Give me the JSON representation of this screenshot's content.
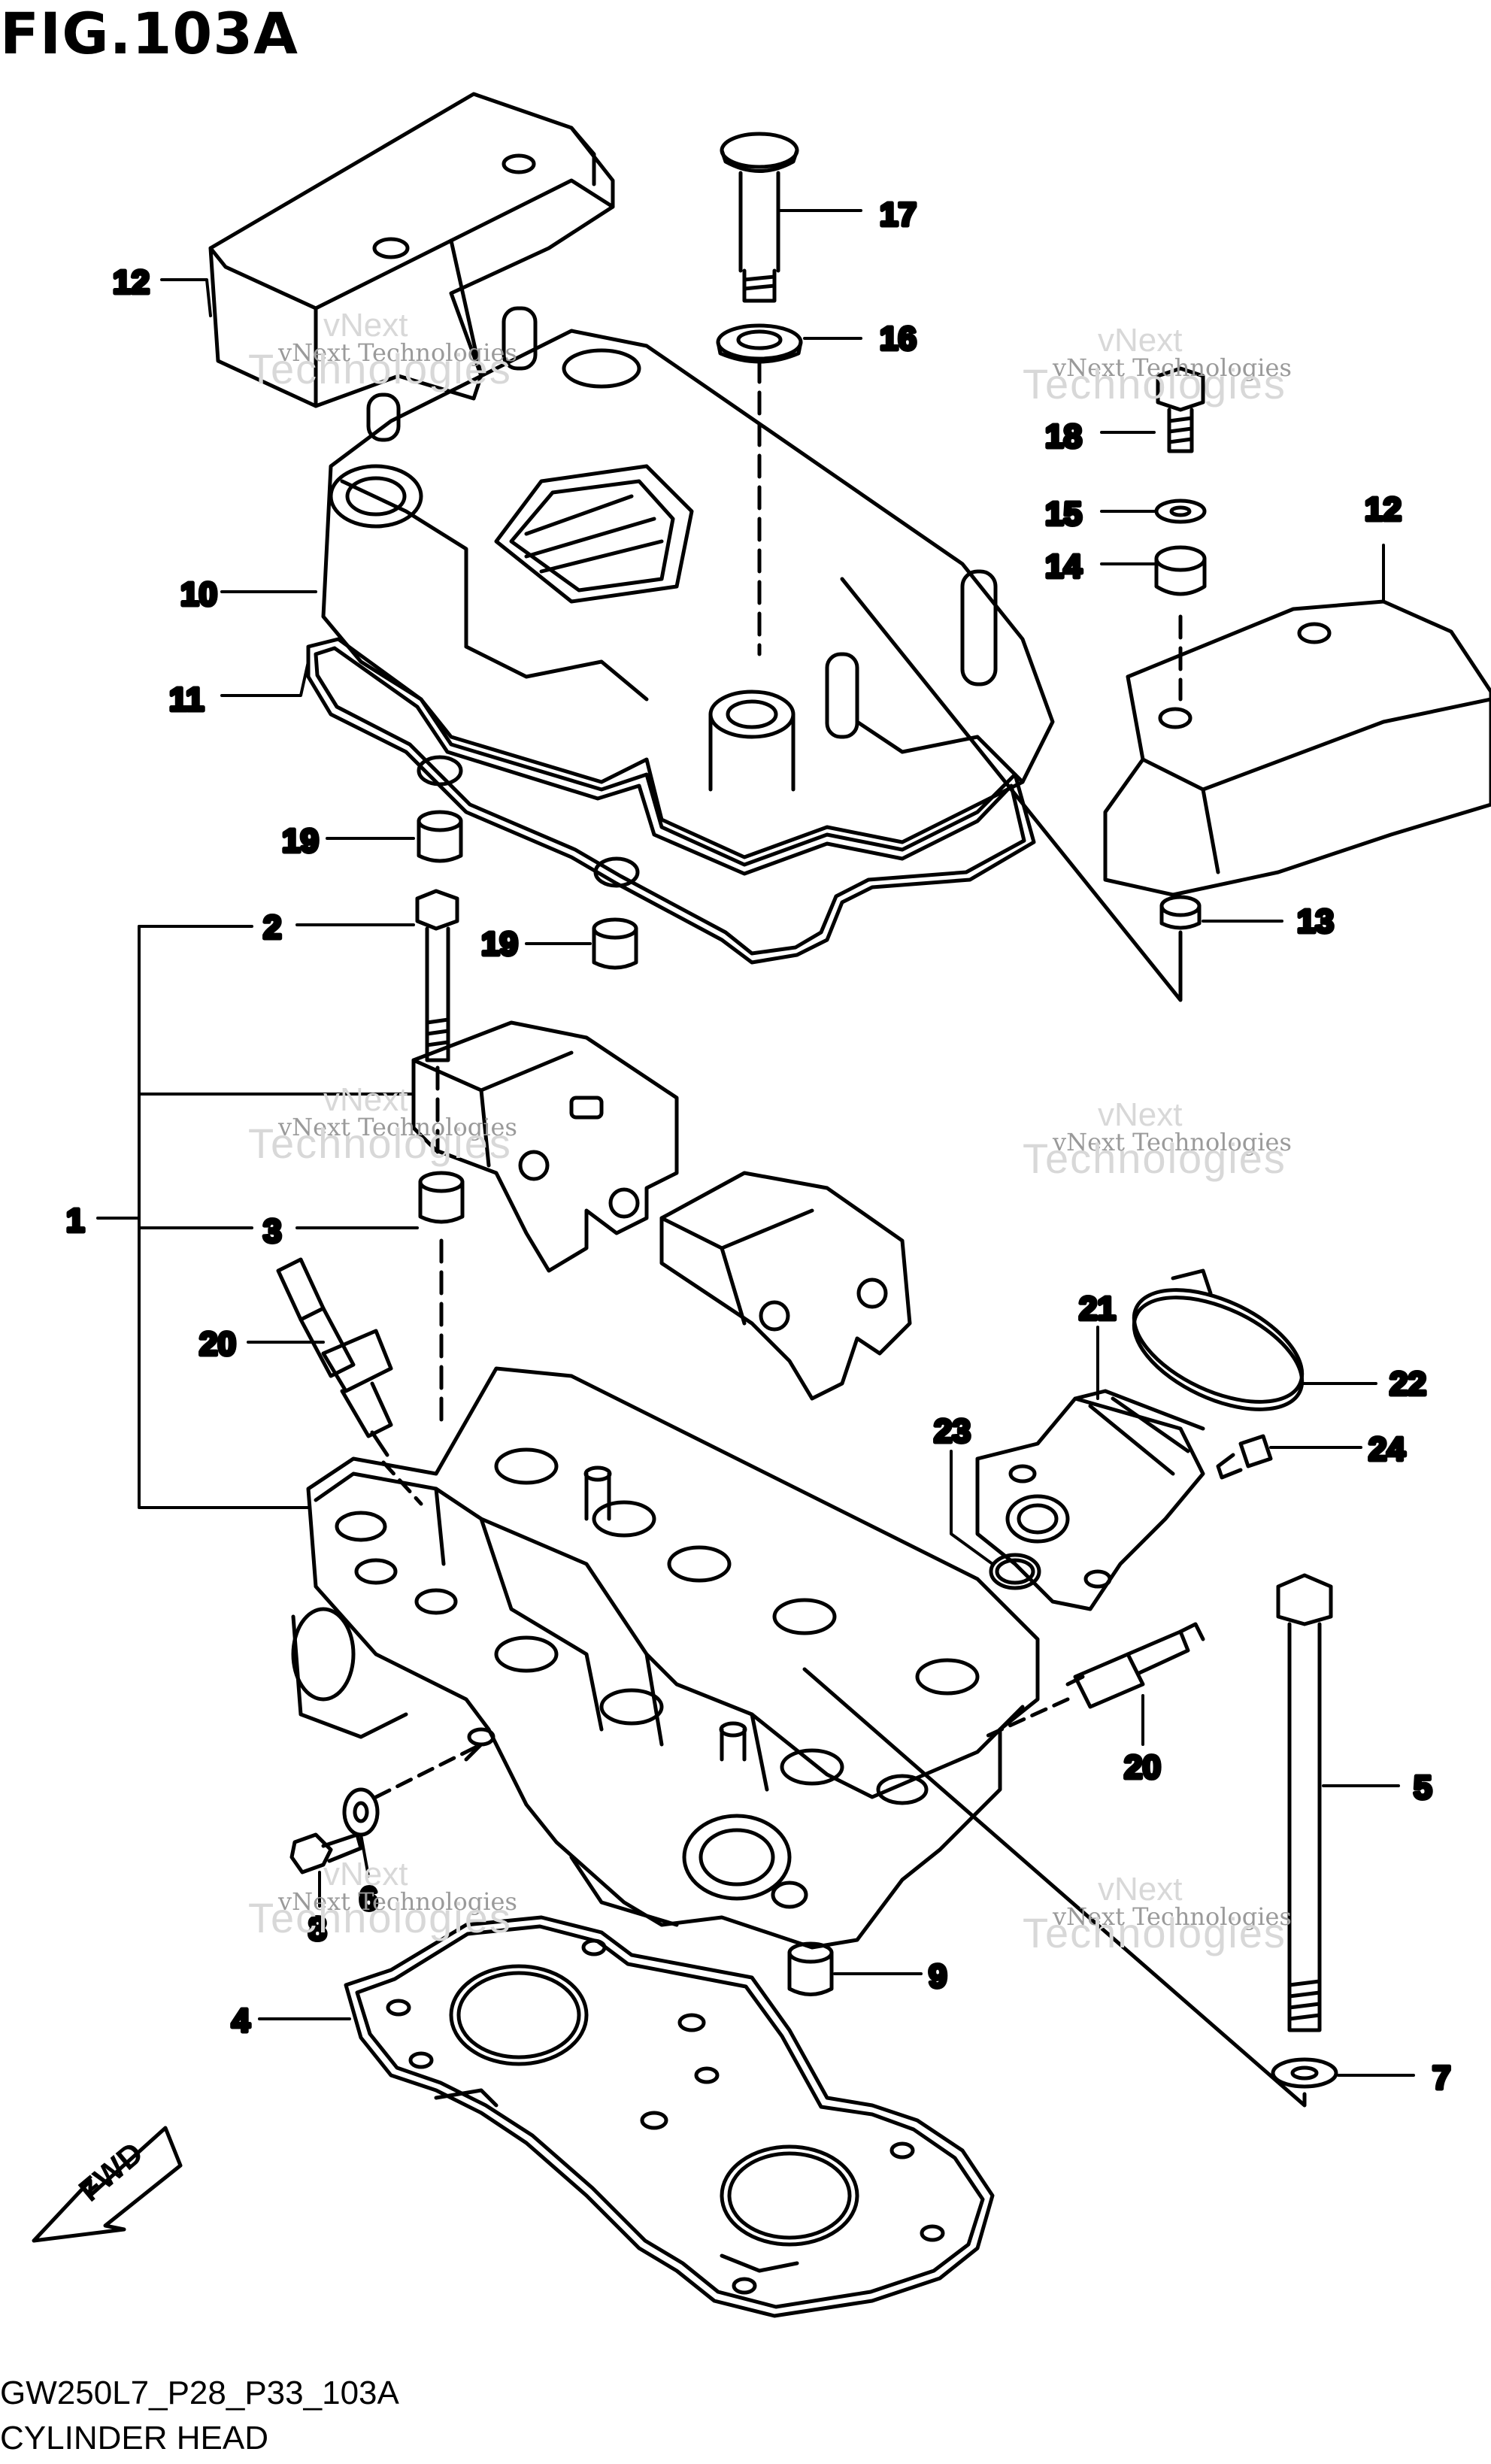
{
  "figure": {
    "title": "FIG.103A",
    "diagram_code": "GW250L7_P28_P33_103A",
    "name": "CYLINDER HEAD"
  },
  "direction_label": "FWD",
  "watermark": {
    "line1": "vNext Technologies",
    "line2": "Technologies",
    "line3": "vNext"
  },
  "callouts": [
    "1",
    "2",
    "3",
    "4",
    "5",
    "6",
    "7",
    "8",
    "9",
    "10",
    "11",
    "12",
    "12",
    "13",
    "14",
    "15",
    "16",
    "17",
    "18",
    "19",
    "19",
    "20",
    "20",
    "21",
    "22",
    "23",
    "24"
  ],
  "colors": {
    "ink": "#000000",
    "watermark": "#d8d8d8"
  }
}
